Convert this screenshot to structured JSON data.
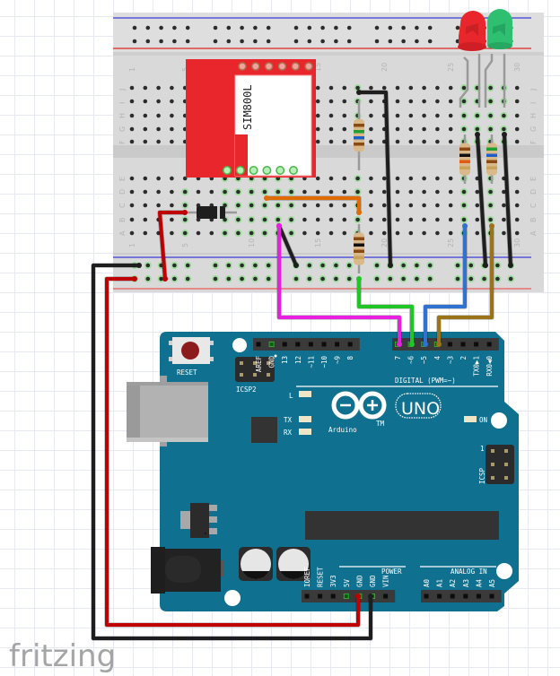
{
  "app": {
    "watermark": "fritzing"
  },
  "breadboard": {
    "columns": 30,
    "row_letters_top": [
      "J",
      "I",
      "H",
      "G",
      "F"
    ],
    "row_letters_bottom": [
      "E",
      "D",
      "C",
      "B",
      "A"
    ],
    "column_labels": [
      "1",
      "5",
      "10",
      "15",
      "20",
      "25",
      "30"
    ],
    "rail_colors": {
      "negative": "#2a2ad8",
      "positive": "#e02020"
    }
  },
  "modules": {
    "gsm": {
      "label": "SIM800L",
      "color": "#e8262b"
    },
    "led_red": {
      "color": "#e8262b"
    },
    "led_green": {
      "color": "#2fbf71"
    }
  },
  "arduino": {
    "board_color": "#10708f",
    "brand": "Arduino",
    "model": "UNO",
    "trademark": "TM",
    "reset_label": "RESET",
    "icsp2_label": "ICSP2",
    "icsp_label": "ICSP",
    "icsp_pin1": "1",
    "led_labels": {
      "l": "L",
      "tx": "TX",
      "rx": "RX",
      "on": "ON"
    },
    "digital_header_label": "DIGITAL (PWM=~)",
    "power_header_label": "POWER",
    "analog_header_label": "ANALOG IN",
    "digital_left_pins": [
      "AREF",
      "GND",
      "13",
      "12",
      "~11",
      "~10",
      "~9",
      "8"
    ],
    "digital_right_pins": [
      "7",
      "~6",
      "~5",
      "4",
      "~3",
      "2",
      "TX0▶1",
      "RX0◀0"
    ],
    "power_pins": [
      "IOREF",
      "RESET",
      "3V3",
      "5V",
      "GND",
      "GND",
      "VIN"
    ],
    "analog_pins": [
      "A0",
      "A1",
      "A2",
      "A3",
      "A4",
      "A5"
    ]
  },
  "wires": {
    "colors": {
      "black": "#1e1e1e",
      "red": "#c00000",
      "orange": "#e06b00",
      "magenta": "#e81ee0",
      "green": "#1fc626",
      "blue": "#2f72d0",
      "brown": "#9b7419"
    },
    "connections": [
      {
        "name": "power-5v",
        "color": "red",
        "from": "5V",
        "to": "breadboard + rail"
      },
      {
        "name": "power-gnd",
        "color": "black",
        "from": "GND",
        "to": "breadboard - rail"
      },
      {
        "name": "pin7",
        "color": "magenta",
        "from": "D7",
        "to": "breadboard"
      },
      {
        "name": "pin6",
        "color": "green",
        "from": "~6",
        "to": "breadboard"
      },
      {
        "name": "pin5",
        "color": "blue",
        "from": "~5",
        "to": "red LED"
      },
      {
        "name": "pin4",
        "color": "brown",
        "from": "4",
        "to": "green LED"
      }
    ]
  }
}
